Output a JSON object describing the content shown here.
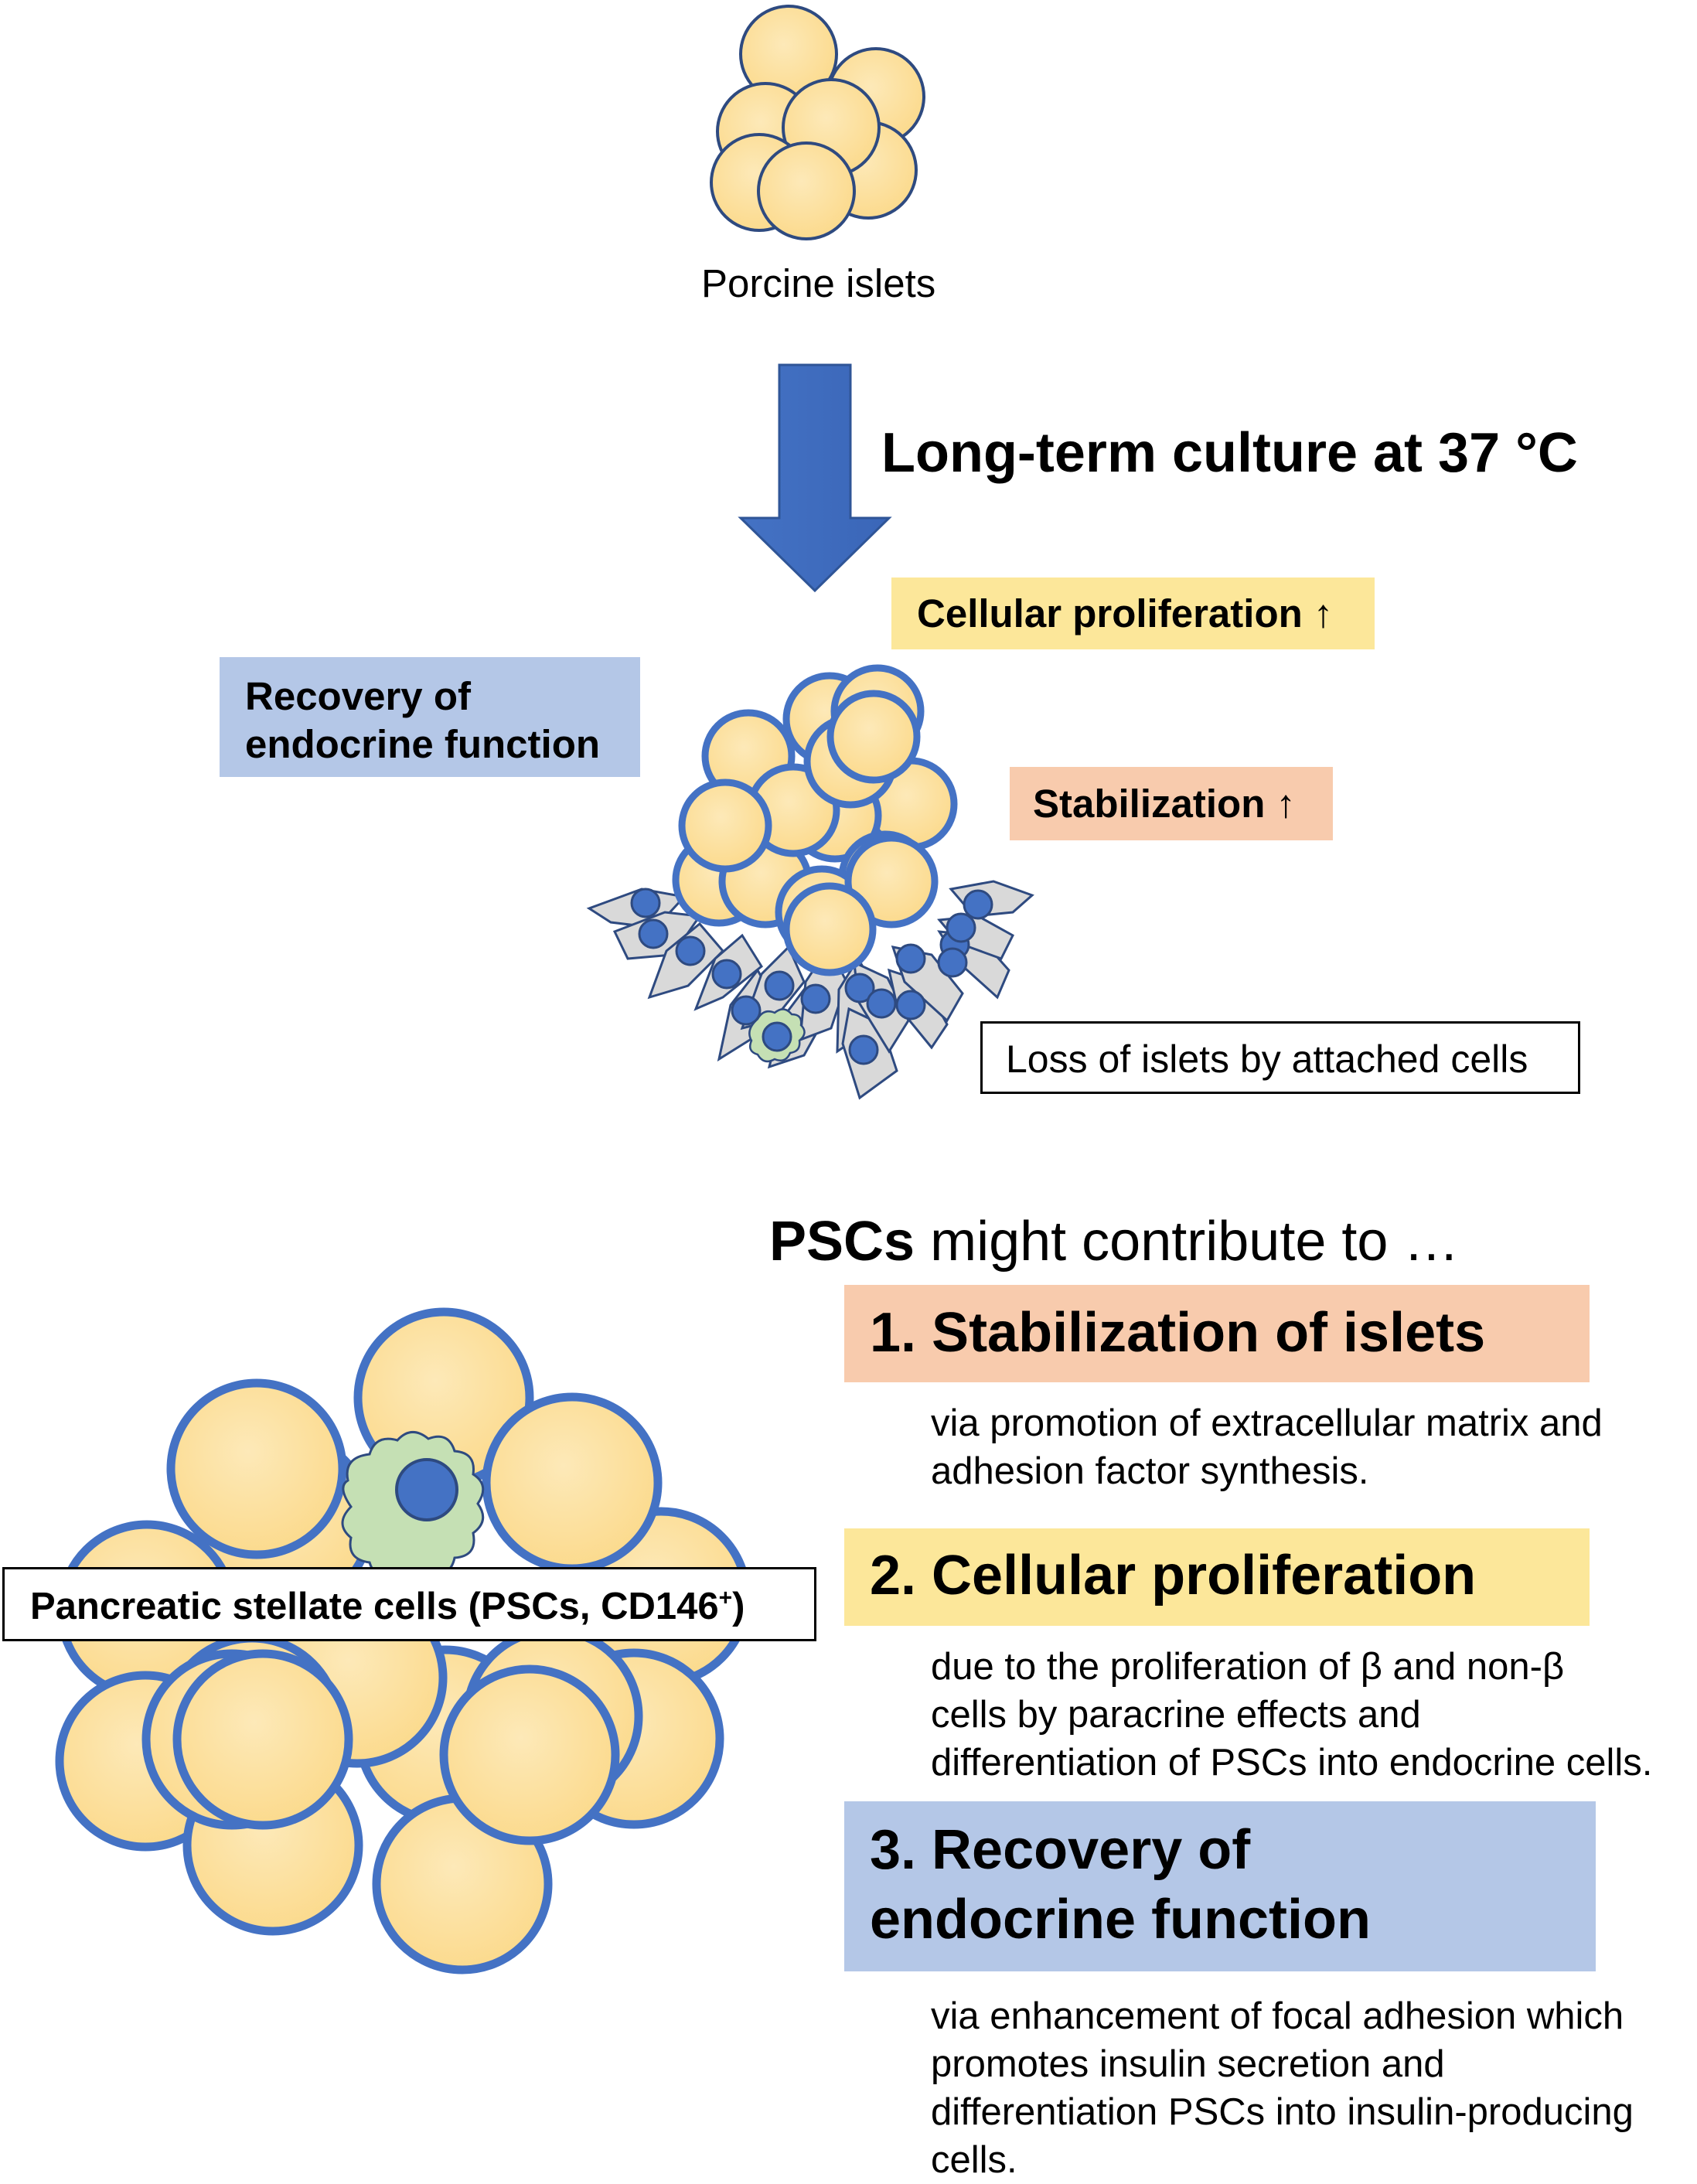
{
  "top_islet": {
    "label": "Porcine islets"
  },
  "arrow": {
    "label": "Long-term culture at 37 °C"
  },
  "effects": {
    "proliferation": "Cellular proliferation ↑",
    "stabilization": "Stabilization ↑",
    "recovery_line1": "Recovery of",
    "recovery_line2": "endocrine function",
    "loss": "Loss of islets by attached cells"
  },
  "bottom_islet": {
    "psc_label": "Pancreatic stellate cells (PSCs, CD146",
    "psc_label_sup": "+",
    "psc_label_end": ")"
  },
  "contributions": {
    "heading_bold": "PSCs",
    "heading_rest": " might contribute to …",
    "items": [
      {
        "title": "1. Stabilization of islets",
        "desc": [
          "via promotion of extracellular matrix and",
          "adhesion factor synthesis."
        ]
      },
      {
        "title": "2. Cellular proliferation",
        "desc": [
          "due to the proliferation of β and non-β",
          "cells by paracrine effects and",
          "differentiation of PSCs into endocrine cells."
        ]
      },
      {
        "title_line1": "3. Recovery of",
        "title_line2": "endocrine function",
        "desc": [
          "via enhancement of focal adhesion which",
          "promotes insulin secretion and",
          "differentiation PSCs into insulin-producing",
          "cells."
        ]
      }
    ]
  },
  "colors": {
    "cell_fill": "#fcdf99",
    "cell_stroke_top": "#2e4a80",
    "cell_stroke": "#4472c4",
    "arrow": "#4472c4",
    "yellow_box": "#fce79a",
    "salmon_box": "#f8cbad",
    "blue_box": "#b4c7e7",
    "psc_fill": "#c5e0b4",
    "nucleus": "#4472c4",
    "attached_cell": "#d9d9d9"
  }
}
